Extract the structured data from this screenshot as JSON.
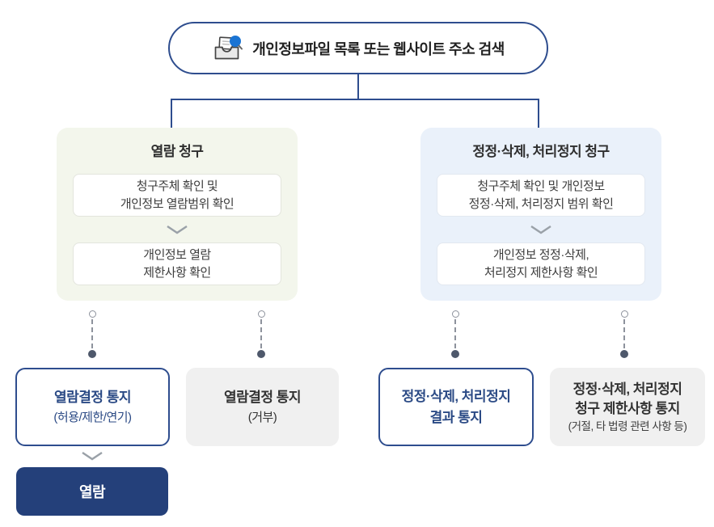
{
  "header": {
    "title": "개인정보파일 목록 또는 웹사이트 주소 검색",
    "icon": "document-search-icon"
  },
  "colors": {
    "navy_line": "#2e4d8e",
    "navy_text": "#2b4a85",
    "dark_navy_box": "#24407a",
    "panel_green": "#f3f6ec",
    "panel_blue": "#eaf1fa",
    "gray_box": "#f0f0f0",
    "magnifier_blue": "#1b74d3"
  },
  "panels": [
    {
      "title": "열람 청구",
      "steps": [
        {
          "line1": "청구주체 확인 및",
          "line2": "개인정보 열람범위 확인"
        },
        {
          "line1": "개인정보 열람",
          "line2": "제한사항 확인"
        }
      ]
    },
    {
      "title": "정정·삭제, 처리정지 청구",
      "steps": [
        {
          "line1": "청구주체 확인 및 개인정보",
          "line2": "정정·삭제, 처리정지 범위 확인"
        },
        {
          "line1": "개인정보 정정·삭제,",
          "line2": "처리정지 제한사항 확인"
        }
      ]
    }
  ],
  "outcomes": [
    {
      "title": "열람결정 통지",
      "note": "(허용/제한/연기)"
    },
    {
      "title": "열람결정 통지",
      "note": "(거부)"
    },
    {
      "line1": "정정·삭제, 처리정지",
      "line2": "결과 통지"
    },
    {
      "line1": "정정·삭제, 처리정지",
      "line2": "청구 제한사항 통지",
      "note": "(거절, 타 법령 관련 사항 등)"
    }
  ],
  "final": {
    "label": "열람"
  }
}
